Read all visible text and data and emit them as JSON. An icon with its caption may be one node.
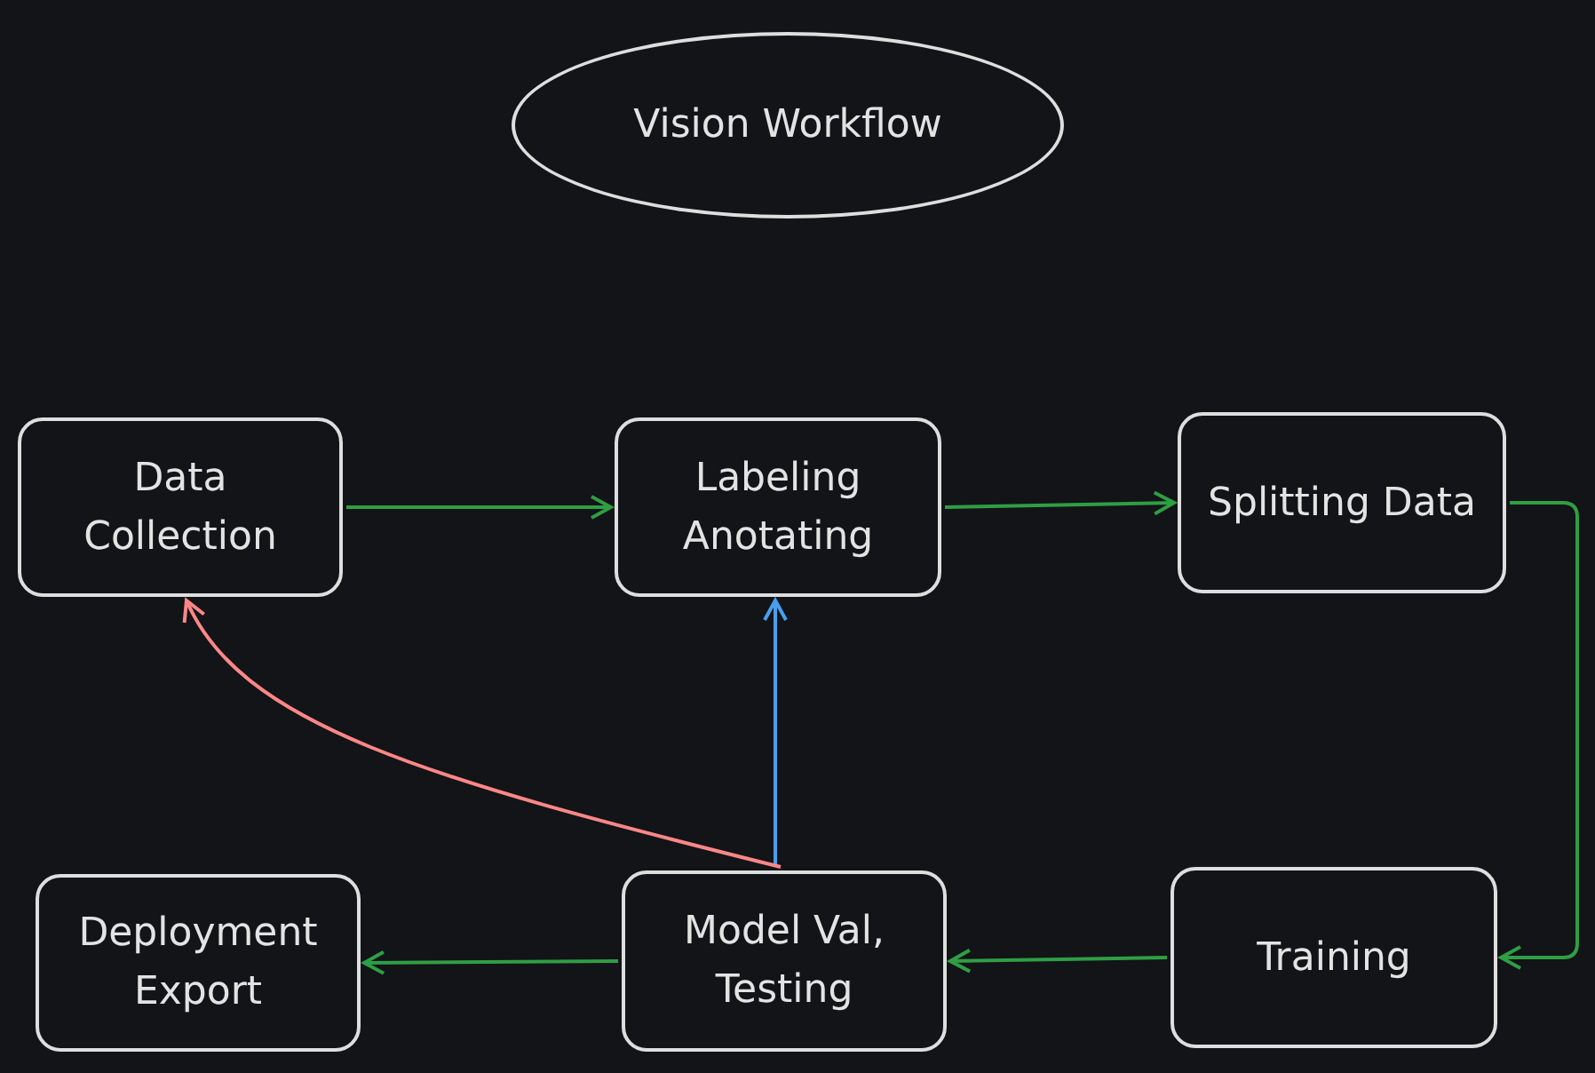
{
  "diagram": {
    "nodes": [
      {
        "text": [
          "Vision Workflow"
        ]
      },
      {
        "text": [
          "Data Collection"
        ]
      },
      {
        "text": [
          "Labeling Anotating"
        ]
      },
      {
        "text": [
          "Splitting Data"
        ]
      },
      {
        "text": [
          "Deployment Export"
        ]
      },
      {
        "text": [
          "Model Val, Testing"
        ]
      },
      {
        "text": [
          "Training"
        ]
      }
    ],
    "edges": [
      {
        "from": 1,
        "to": 2,
        "arrow": "to"
      },
      {
        "from": 2,
        "to": 3,
        "arrow": "to"
      },
      {
        "from": 3,
        "to": 6,
        "arrow": "to"
      },
      {
        "from": 6,
        "to": 5,
        "arrow": "to"
      },
      {
        "from": 5,
        "to": 4,
        "arrow": "to"
      },
      {
        "from": 5,
        "to": 2,
        "arrow": "to",
        "color": "#4a9eed"
      },
      {
        "from": 5,
        "to": 1,
        "arrow": "to",
        "color": "#ff8787"
      }
    ]
  }
}
